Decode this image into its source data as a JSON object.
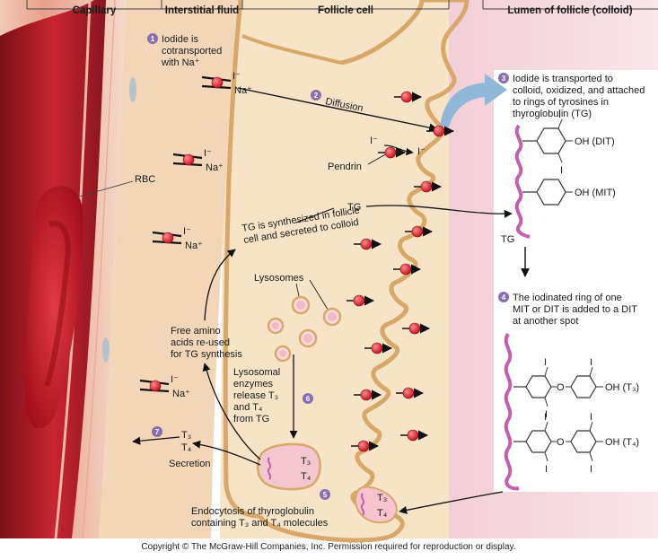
{
  "headers": {
    "capillary": "Capillary",
    "interstitial": "Interstitial fluid",
    "follicle_cell": "Follicle cell",
    "lumen": "Lumen of follicle (colloid)"
  },
  "steps": [
    {
      "num": "1",
      "lines": [
        "Iodide is",
        "cotransported",
        "with Na⁺"
      ]
    },
    {
      "num": "2",
      "lines": [
        "Diffusion"
      ]
    },
    {
      "num": "3",
      "lines": [
        "Iodide is transported to",
        "colloid, oxidized, and attached",
        "to rings of tyrosines in",
        "thyroglobulin (TG)"
      ]
    },
    {
      "num": "4",
      "lines": [
        "The iodinated ring of one",
        "MIT or DIT is added to a DIT",
        "at another spot"
      ]
    },
    {
      "num": "5",
      "lines": [
        "Endocytosis of thyroglobulin",
        "containing T₃ and T₄ molecules"
      ]
    },
    {
      "num": "6",
      "lines": [
        "Lysosomal",
        "enzymes",
        "release T₃",
        "and T₄",
        "from TG"
      ]
    },
    {
      "num": "7",
      "lines": [
        "T₃",
        "T₄",
        "Secretion"
      ]
    }
  ],
  "labels": {
    "rbc": "RBC",
    "pendrin": "Pendrin",
    "tg": "TG",
    "tg_synth_1": "TG is synthesized in follicle",
    "tg_synth_2": "cell and secreted to colloid",
    "lysosomes": "Lysosomes",
    "free_amino": [
      "Free amino",
      "acids re-used",
      "for TG synthesis"
    ],
    "iodide": "I⁻",
    "sodium": "Na⁺",
    "dit": "OH (DIT)",
    "mit": "OH (MIT)",
    "t3_mol": "OH (T₃)",
    "t4_mol": "OH (T₄)",
    "i": "I",
    "o": "O",
    "t3": "T₃",
    "t4": "T₄"
  },
  "colors": {
    "capillary": "#b5202a",
    "follicle": "#f6e2c0",
    "membrane": "#d8a86a",
    "colloid": "#f4d5dc",
    "tg_chain": "#c25fae",
    "pump": "#e0212c",
    "step_badge": "#8a6fb0"
  },
  "copyright": "Copyright © The McGraw-Hill Companies, Inc. Permission required for reproduction or display."
}
